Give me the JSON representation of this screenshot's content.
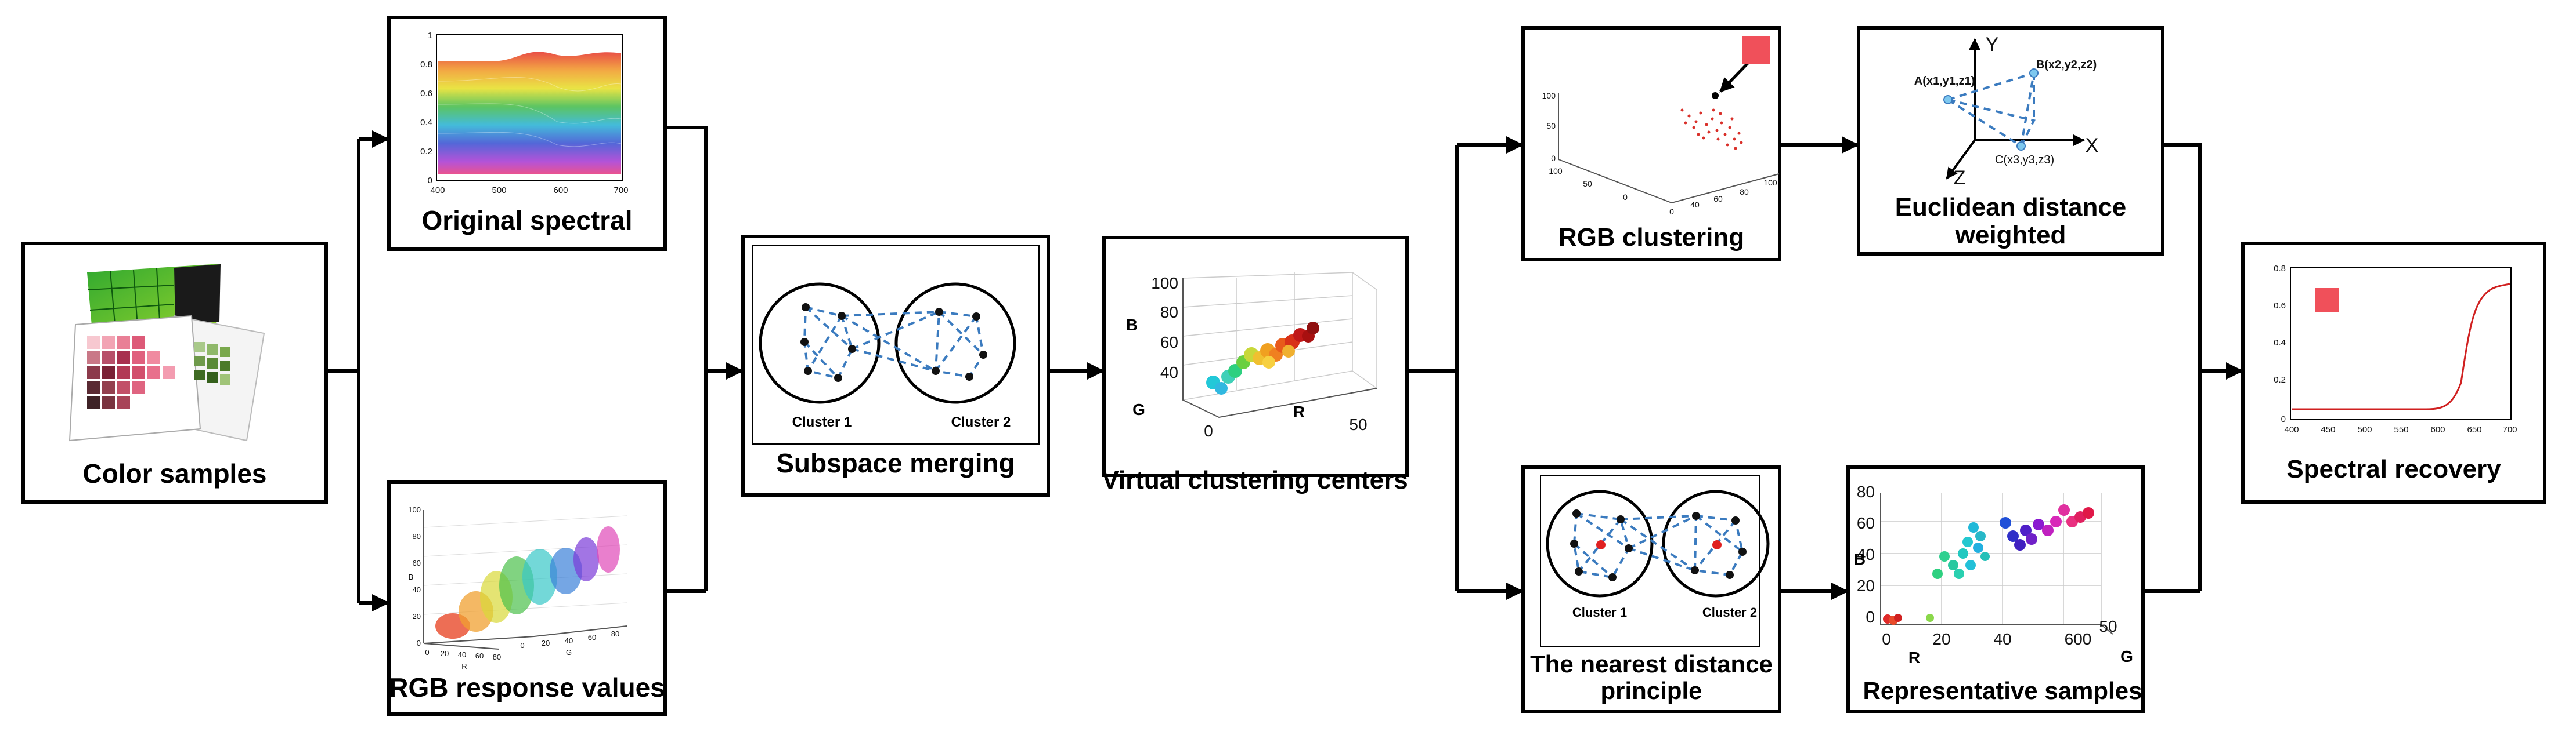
{
  "nodes": {
    "color_samples": {
      "label": "Color samples"
    },
    "original_spectral": {
      "label": "Original spectral",
      "y_ticks": [
        "1",
        "0.8",
        "0.6",
        "0.4",
        "0.2",
        "0"
      ],
      "x_ticks": [
        "400",
        "500",
        "600",
        "700"
      ]
    },
    "rgb_response": {
      "label": "RGB response values",
      "z_ticks": [
        "100",
        "80",
        "60",
        "40",
        "20",
        "0"
      ],
      "x_ticks": [
        "0",
        "20",
        "40",
        "60",
        "80"
      ],
      "y_ticks": [
        "0",
        "20",
        "40",
        "60",
        "80"
      ],
      "axis_b": "B",
      "axis_r": "R",
      "axis_g": "G"
    },
    "subspace_merging": {
      "label": "Subspace merging",
      "cluster1": "Cluster 1",
      "cluster2": "Cluster 2"
    },
    "virtual_centers": {
      "label": "Virtual clustering centers",
      "b_ticks": [
        "100",
        "80",
        "60",
        "40"
      ],
      "axis_b": "B",
      "axis_g": "G",
      "axis_r": "R",
      "r_ticks": [
        "0",
        "50"
      ]
    },
    "rgb_clustering": {
      "label": "RGB clustering",
      "z_ticks": [
        "100",
        "50",
        "0"
      ],
      "x_ticks": [
        "100",
        "50",
        "0"
      ],
      "y_ticks": [
        "0",
        "40",
        "60",
        "80",
        "100"
      ],
      "marker_color": "#f0505a"
    },
    "euclidean": {
      "label_line1": "Euclidean distance",
      "label_line2": "weighted",
      "point_a": "A(x1,y1,z1)",
      "point_b": "B(x2,y2,z2)",
      "point_c": "C(x3,y3,z3)",
      "axis_x": "X",
      "axis_y": "Y",
      "axis_z": "Z"
    },
    "nearest_distance": {
      "label_line1": "The nearest distance",
      "label_line2": "principle",
      "cluster1": "Cluster 1",
      "cluster2": "Cluster 2"
    },
    "representative": {
      "label": "Representative samples",
      "b_ticks": [
        "80",
        "60",
        "40",
        "20",
        "0"
      ],
      "r_ticks": [
        "0",
        "20",
        "40"
      ],
      "g_ticks": [
        "600",
        "50"
      ],
      "axis_b": "B",
      "axis_r": "R",
      "axis_g": "G"
    },
    "spectral_recovery": {
      "label": "Spectral recovery",
      "y_ticks": [
        "0.8",
        "0.6",
        "0.4",
        "0.2",
        "0"
      ],
      "x_ticks": [
        "400",
        "450",
        "500",
        "550",
        "600",
        "650",
        "700"
      ],
      "marker_color": "#f0505a"
    }
  },
  "colors": {
    "dash_blue": "#3b7bbf",
    "curve_red": "#d02020"
  }
}
